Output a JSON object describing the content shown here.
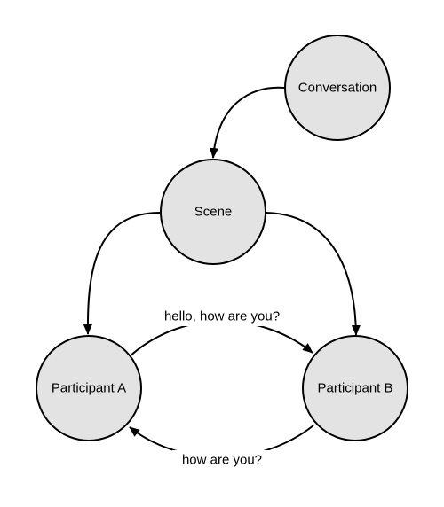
{
  "nodes": {
    "conversation": "Conversation",
    "scene": "Scene",
    "participant_a": "Participant A",
    "participant_b": "Participant B"
  },
  "edges": {
    "a_to_b": "hello, how are you?",
    "b_to_a": "how are you?"
  },
  "colors": {
    "node_fill": "#e3e3e3",
    "stroke": "#000000",
    "background": "#ffffff"
  }
}
